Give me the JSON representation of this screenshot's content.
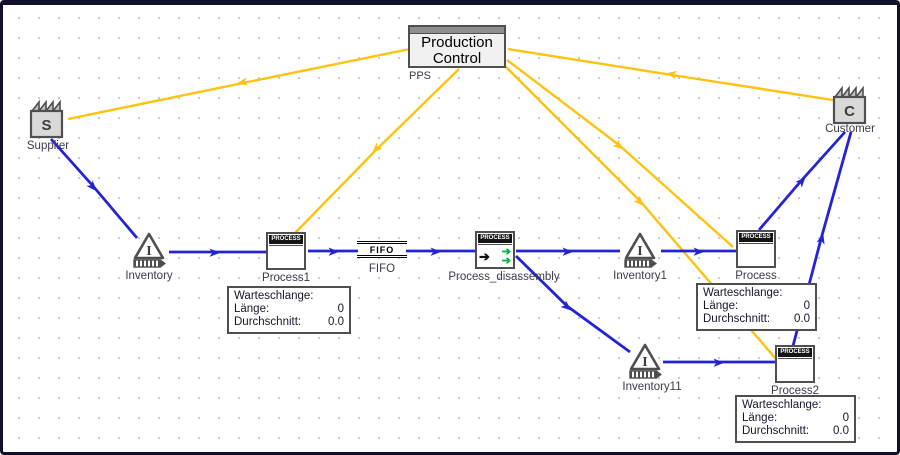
{
  "canvas": {
    "colors": {
      "information_flow": "#FFC20E",
      "material_flow": "#2323D6"
    }
  },
  "nodes": {
    "production_control": {
      "line1": "Production",
      "line2": "Control",
      "sublabel": "PPS"
    },
    "supplier": {
      "letter": "S",
      "label": "Supplier"
    },
    "customer": {
      "letter": "C",
      "label": "Customer"
    },
    "inventory": {
      "letter": "I",
      "label": "Inventory"
    },
    "inventory1": {
      "letter": "I",
      "label": "Inventory1"
    },
    "inventory11": {
      "letter": "I",
      "label": "Inventory11"
    },
    "process1": {
      "header": "PROCESS",
      "label": "Process1"
    },
    "process_disassembly": {
      "header": "PROCESS",
      "label": "Process_disassembly"
    },
    "process": {
      "header": "PROCESS",
      "label": "Process"
    },
    "process2": {
      "header": "PROCESS",
      "label": "Process2"
    },
    "fifo": {
      "symbol_text": "FIFO",
      "label": "FIFO"
    }
  },
  "queue_boxes": {
    "process1_queue": {
      "title": "Warteschlange:",
      "length_label": "Länge:",
      "length_value": "0",
      "avg_label": "Durchschnitt:",
      "avg_value": "0.0"
    },
    "process_queue": {
      "title": "Warteschlange:",
      "length_label": "Länge:",
      "length_value": "0",
      "avg_label": "Durchschnitt:",
      "avg_value": "0.0"
    },
    "process2_queue": {
      "title": "Warteschlange:",
      "length_label": "Länge:",
      "length_value": "0",
      "avg_label": "Durchschnitt:",
      "avg_value": "0.0"
    }
  }
}
